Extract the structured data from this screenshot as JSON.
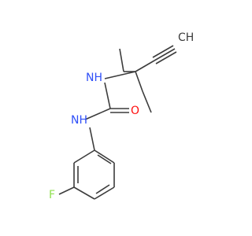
{
  "molecule": {
    "atoms": {
      "nh_top": "NH",
      "nh_bottom": "NH",
      "oxygen": "O",
      "fluorine": "F",
      "alkyne_ch": "CH"
    },
    "colors": {
      "bond": "#3c3c3c",
      "nitrogen": "#3050F8",
      "oxygen": "#FF0D0D",
      "fluorine": "#90E050",
      "carbon_label": "#3c3c3c"
    }
  }
}
